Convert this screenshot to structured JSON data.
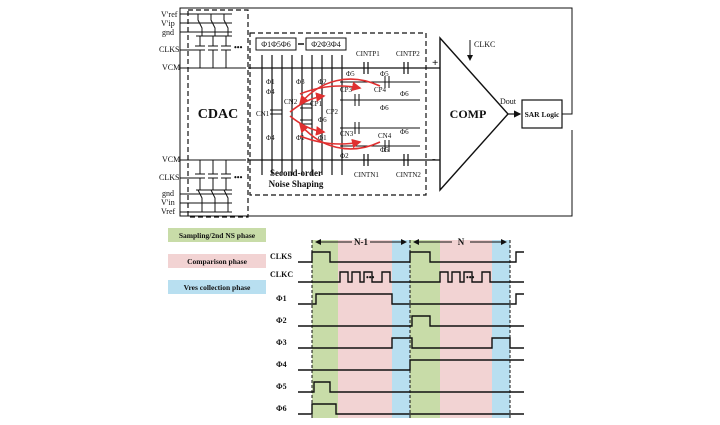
{
  "circuit": {
    "vref_top": "V′ref",
    "vip_top": "V′ip",
    "gnd_top": "gnd",
    "clks_top": "CLKS",
    "vcm_top": "VCM",
    "vcm_bottom": "VCM",
    "clks_bottom": "CLKS",
    "gnd_bottom": "gnd",
    "vin_bottom": "V′in",
    "vref_bottom": "Vref",
    "cdac_label": "CDAC",
    "phase_box_left": "Φ1Φ5Φ6",
    "phase_box_right": "Φ2Φ3Φ4",
    "clkc": "CLKC",
    "cintp1": "CINTP1",
    "cintp2": "CINTP2",
    "cintn1": "CINTN1",
    "cintn2": "CINTN2",
    "cn1": "CN1",
    "cn2": "CN2",
    "cn3": "CN3",
    "cn4": "CN4",
    "cp1": "CP1",
    "cp2": "CP2",
    "cp3": "CP3",
    "cp4": "CP4",
    "phi1": "Φ1",
    "phi2": "Φ2",
    "phi3": "Φ3",
    "phi4": "Φ4",
    "phi5": "Φ5",
    "phi6": "Φ6",
    "plus": "+",
    "minus": "-",
    "comp": "COMP",
    "dout": "Dout",
    "sar_logic": "SAR Logic",
    "ns_label_1": "Second-order",
    "ns_label_2": "Noise Shaping"
  },
  "timing": {
    "legend": [
      {
        "label": "Sampling/2nd NS phase",
        "color": "#c8dca8"
      },
      {
        "label": "Comparison phase",
        "color": "#f2d3d3"
      },
      {
        "label": "Vres collection phase",
        "color": "#b8dff0"
      }
    ],
    "period_labels": [
      "N-1",
      "N"
    ],
    "signals": [
      "CLKS",
      "CLKC",
      "Φ1",
      "Φ2",
      "Φ3",
      "Φ4",
      "Φ5",
      "Φ6"
    ],
    "dots": "•••"
  }
}
